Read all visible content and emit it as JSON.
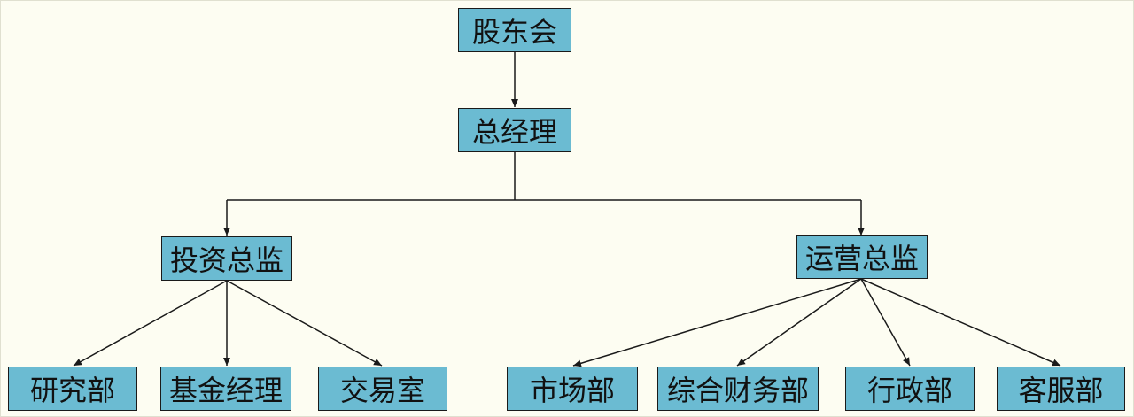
{
  "org_chart": {
    "root": {
      "label": "股东会"
    },
    "ceo": {
      "label": "总经理"
    },
    "investment_director": {
      "label": "投资总监",
      "departments": [
        {
          "label": "研究部"
        },
        {
          "label": "基金经理"
        },
        {
          "label": "交易室"
        }
      ]
    },
    "operations_director": {
      "label": "运营总监",
      "departments": [
        {
          "label": "市场部"
        },
        {
          "label": "综合财务部"
        },
        {
          "label": "行政部"
        },
        {
          "label": "客服部"
        }
      ]
    }
  },
  "colors": {
    "node_fill": "#6bbbd2",
    "node_border": "#1a1a1a",
    "connector": "#1a1a1a",
    "background": "#fdfdf2"
  }
}
